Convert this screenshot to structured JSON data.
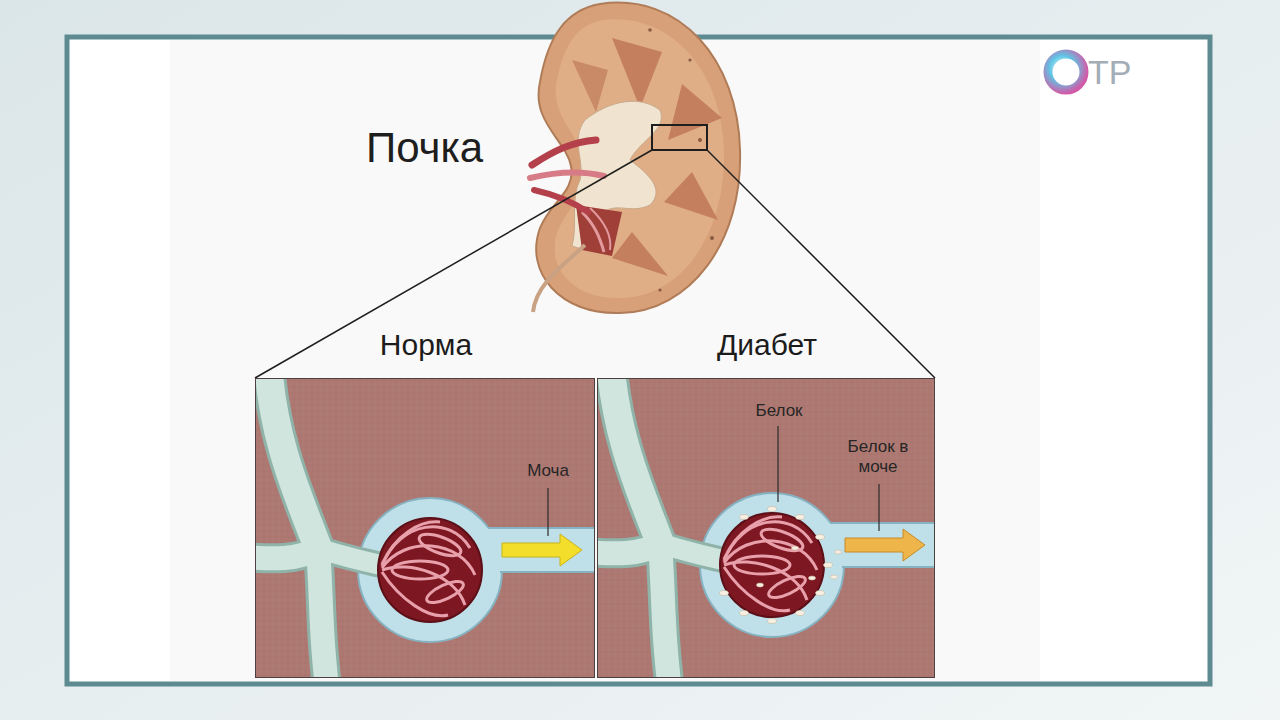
{
  "diagram": {
    "nodes": [
      {
        "text": [
          "Норма",
          "Моча"
        ]
      },
      {
        "text": [
          "Диабет",
          "Белок",
          "Белок в моче"
        ]
      }
    ],
    "labels": [
      "Почка",
      "ТР"
    ]
  }
}
